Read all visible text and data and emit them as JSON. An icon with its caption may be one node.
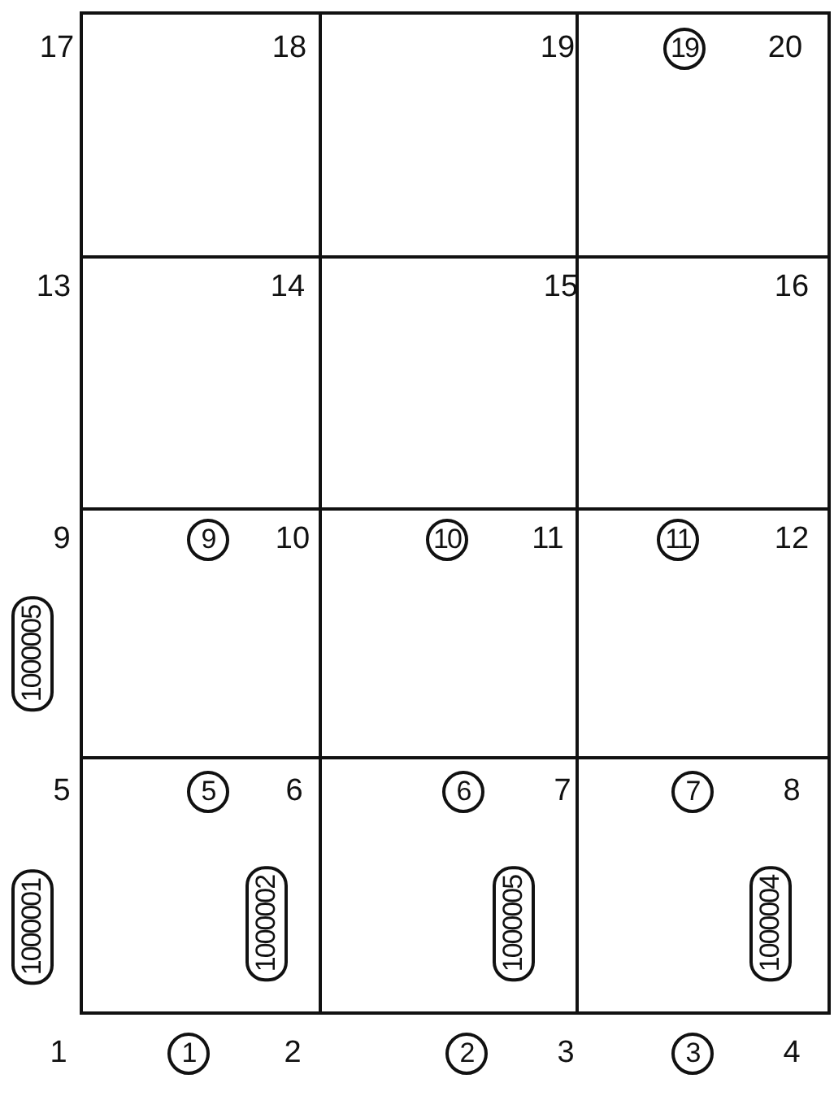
{
  "diagram": {
    "nodes": [
      {
        "text": [
          "19"
        ]
      },
      {
        "text": [
          "9"
        ]
      },
      {
        "text": [
          "10"
        ]
      },
      {
        "text": [
          "11"
        ]
      },
      {
        "text": [
          "1000005"
        ]
      },
      {
        "text": [
          "5"
        ]
      },
      {
        "text": [
          "6"
        ]
      },
      {
        "text": [
          "7"
        ]
      },
      {
        "text": [
          "1000001"
        ]
      },
      {
        "text": [
          "1000002"
        ]
      },
      {
        "text": [
          "1000005"
        ]
      },
      {
        "text": [
          "1000004"
        ]
      },
      {
        "text": [
          "1"
        ]
      },
      {
        "text": [
          "2"
        ]
      },
      {
        "text": [
          "3"
        ]
      }
    ],
    "labels": [
      "17",
      "18",
      "19",
      "20",
      "13",
      "14",
      "15",
      "16",
      "9",
      "10",
      "11",
      "12",
      "5",
      "6",
      "7",
      "8",
      "1",
      "2",
      "3",
      "4"
    ]
  }
}
